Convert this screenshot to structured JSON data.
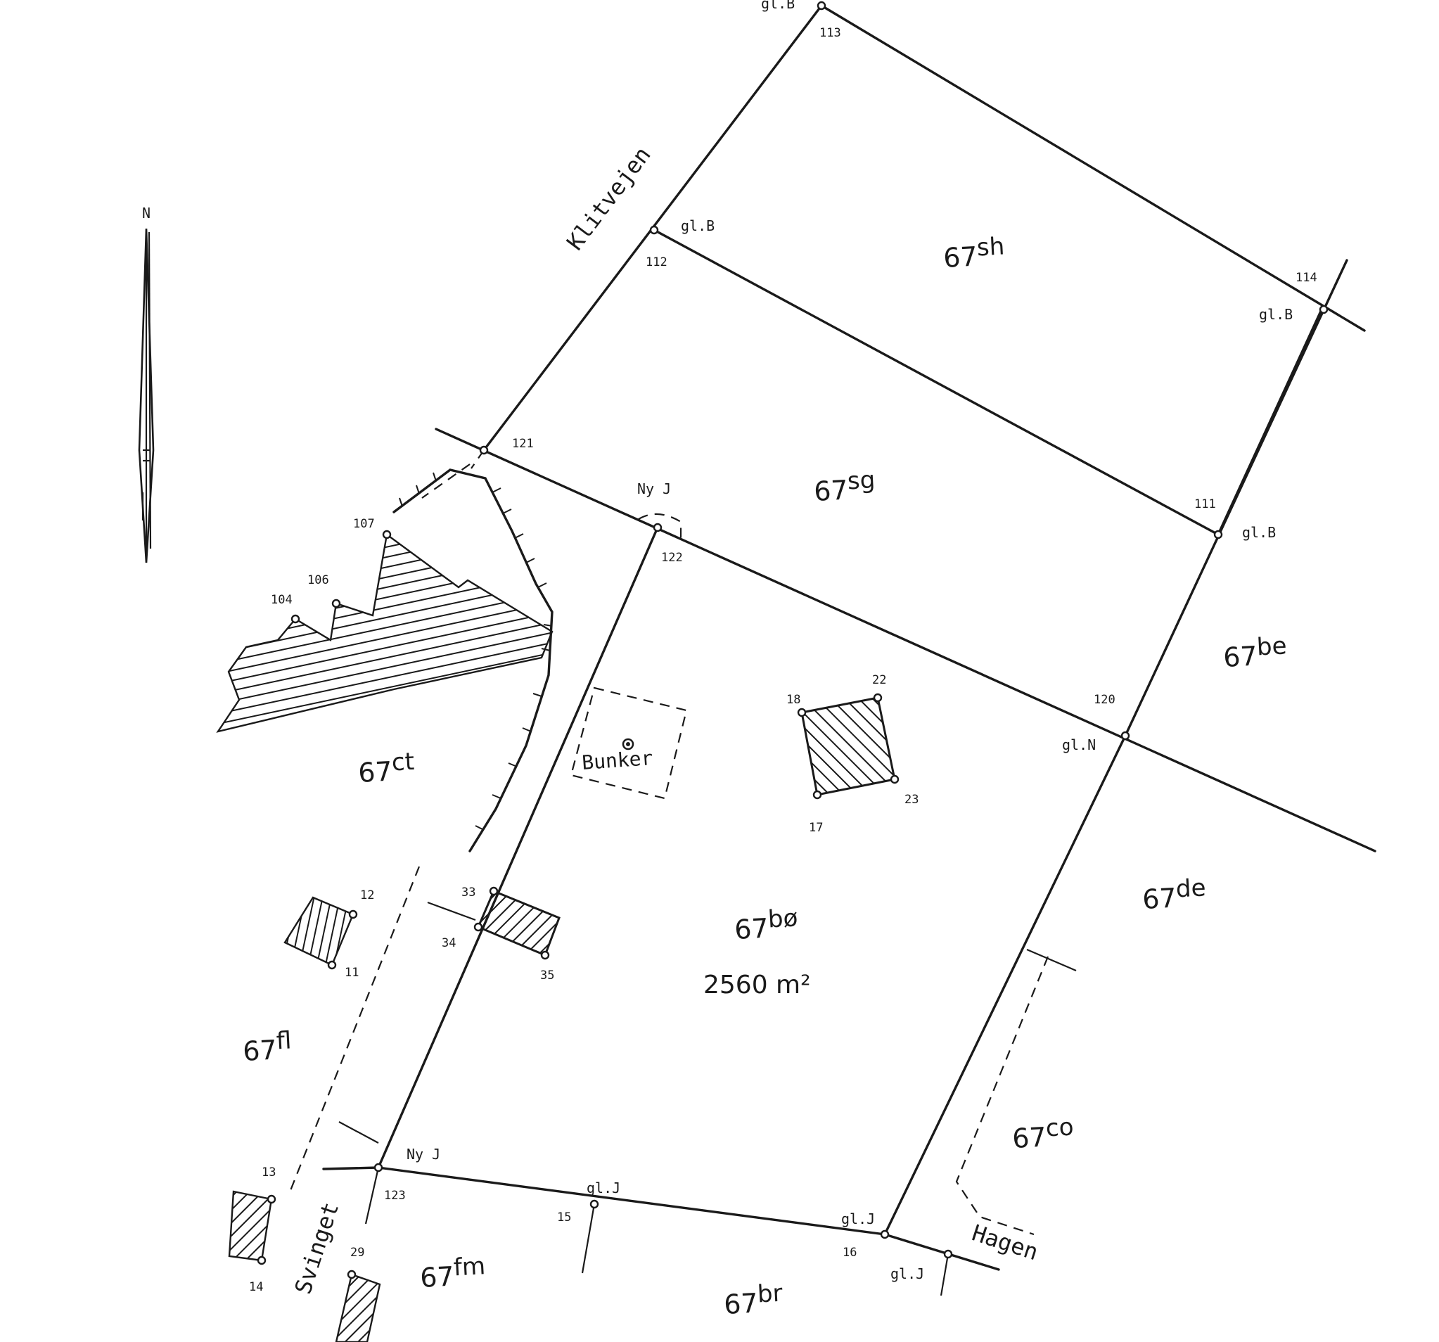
{
  "north_label": "N",
  "roads": {
    "klitvejen": "Klitvejen",
    "svinget": "Svinget",
    "hagen": "Hagen"
  },
  "parcels": {
    "sh": {
      "num": "67",
      "sup": "sh"
    },
    "sg": {
      "num": "67",
      "sup": "sg"
    },
    "be": {
      "num": "67",
      "sup": "be"
    },
    "ct": {
      "num": "67",
      "sup": "ct"
    },
    "bo": {
      "num": "67",
      "sup": "bø"
    },
    "bo_area": "2560 m²",
    "de": {
      "num": "67",
      "sup": "de"
    },
    "fl": {
      "num": "67",
      "sup": "fl"
    },
    "co": {
      "num": "67",
      "sup": "co"
    },
    "fm": {
      "num": "67",
      "sup": "fm"
    },
    "br": {
      "num": "67",
      "sup": "br"
    }
  },
  "bunker_label": "Bunker",
  "point_numbers": {
    "p113": "113",
    "p112": "112",
    "p114": "114",
    "p121": "121",
    "p111": "111",
    "p122": "122",
    "p107": "107",
    "p106": "106",
    "p104": "104",
    "p120": "120",
    "p18": "18",
    "p22": "22",
    "p23": "23",
    "p17": "17",
    "p33": "33",
    "p34": "34",
    "p35": "35",
    "p12": "12",
    "p11": "11",
    "p13": "13",
    "p14": "14",
    "p29": "29",
    "p123": "123",
    "p15": "15",
    "p16": "16"
  },
  "point_labels": {
    "l113": "gl.B",
    "l112": "gl.B",
    "l114": "gl.B",
    "l111": "gl.B",
    "l122": "Ny J",
    "l120": "gl.N",
    "l123": "Ny J",
    "l15": "gl.J",
    "l16": "gl.J",
    "l_hagen": "gl.J"
  }
}
